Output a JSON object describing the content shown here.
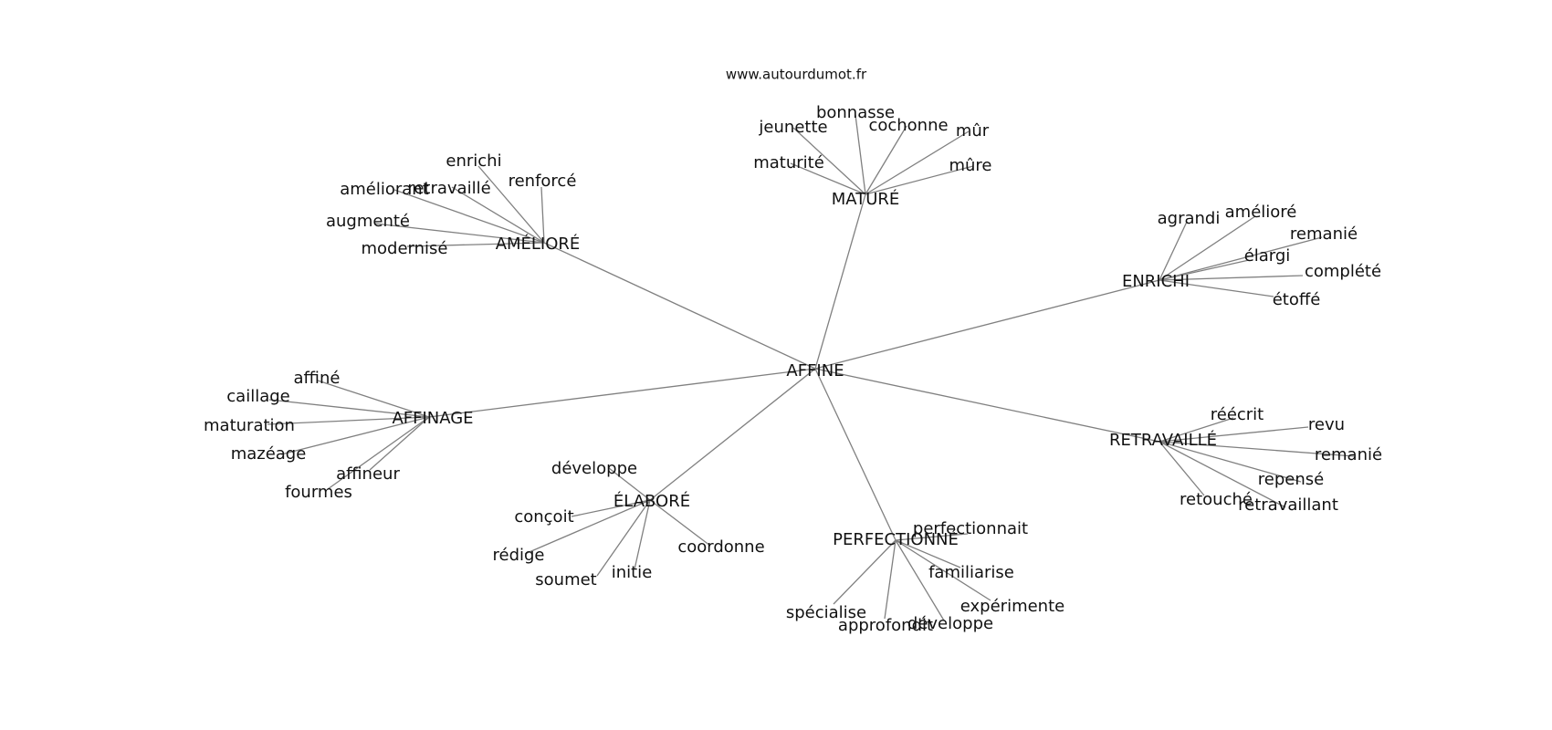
{
  "credit": "www.autourdumot.fr",
  "graph": {
    "root": "AFFINE",
    "branches": [
      {
        "label": "MATURÉ",
        "leaves": [
          "bonnasse",
          "jeunette",
          "cochonne",
          "mûr",
          "maturité",
          "mûre"
        ]
      },
      {
        "label": "AMÉLIORÉ",
        "leaves": [
          "enrichi",
          "améliorant",
          "retravaillé",
          "renforcé",
          "augmenté",
          "modernisé"
        ]
      },
      {
        "label": "ENRICHI",
        "leaves": [
          "agrandi",
          "amélioré",
          "remanié",
          "élargi",
          "complété",
          "étoffé"
        ]
      },
      {
        "label": "AFFINAGE",
        "leaves": [
          "affiné",
          "caillage",
          "maturation",
          "mazéage",
          "affineur",
          "fourmes"
        ]
      },
      {
        "label": "RETRAVAILLÉ",
        "leaves": [
          "réécrit",
          "revu",
          "remanié",
          "repensé",
          "retouché",
          "retravaillant"
        ]
      },
      {
        "label": "ÉLABORÉ",
        "leaves": [
          "développe",
          "conçoit",
          "rédige",
          "soumet",
          "initie",
          "coordonne"
        ]
      },
      {
        "label": "PERFECTIONNÉ",
        "leaves": [
          "perfectionnait",
          "familiarise",
          "expérimente",
          "spécialise",
          "approfondit",
          "développe"
        ]
      }
    ]
  },
  "colors": {
    "edge": "#808080",
    "text": "#111111",
    "background": "#ffffff"
  }
}
